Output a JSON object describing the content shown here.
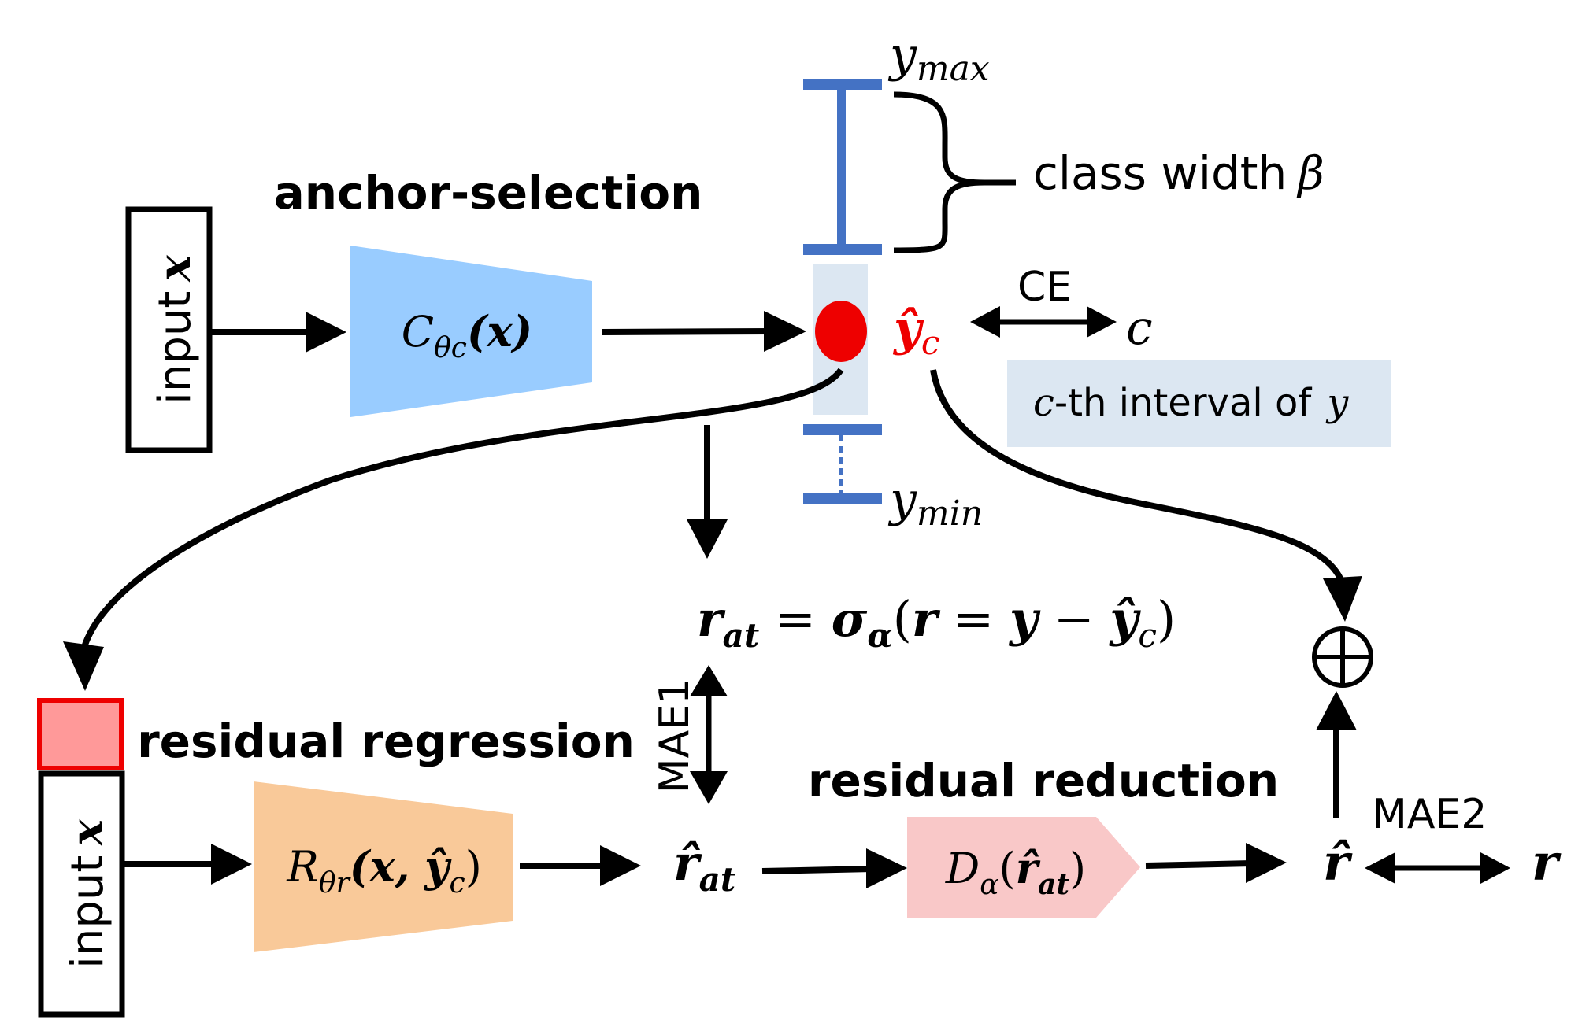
{
  "labels": {
    "anchor_selection": "anchor-selection",
    "residual_regression": "residual regression",
    "residual_reduction": "residual reduction",
    "input_top": "input",
    "input_bottom": "input",
    "input_var": "x",
    "class_width": "class width",
    "beta": "β",
    "ce": "CE",
    "c": "c",
    "interval_c": "c",
    "interval_text": "-th interval of",
    "interval_y": "y",
    "mae1": "MAE1",
    "mae2": "MAE2",
    "y_max_base": "y",
    "y_max_sub": "max",
    "y_min_base": "y",
    "y_min_sub": "min",
    "r": "r"
  },
  "formulas": {
    "classifier_C": "C",
    "classifier_sub": "θc",
    "classifier_arg": "(x)",
    "regressor_R": "R",
    "regressor_sub": "θr",
    "regressor_arg_open": "(x, ",
    "regressor_y": "ŷ",
    "regressor_y_sub": "c",
    "regressor_close": ")",
    "reducer_D": "D",
    "reducer_sub": "α",
    "reducer_open": "(",
    "reducer_r": "r̂",
    "reducer_r_sub": "at",
    "reducer_close": ")",
    "yhat_c": "ŷ",
    "yhat_c_sub": "c",
    "rhat_at": "r̂",
    "rhat_at_sub": "at",
    "rhat": "r̂",
    "rat_r": "r",
    "rat_sub": "at",
    "rat_eq": " = ",
    "rat_sigma": "σ",
    "rat_alpha": "α",
    "rat_open": "(",
    "rat_r2": "r",
    "rat_eq2": " = ",
    "rat_y": "y",
    "rat_minus": " − ",
    "rat_yhat": "ŷ",
    "rat_yhat_sub": "c",
    "rat_close": ")",
    "oplus": "⊕"
  },
  "colors": {
    "classifier_fill": "#99ccff",
    "regressor_fill": "#f9c999",
    "reducer_fill": "#f9c8c8",
    "interval_fill": "#dce7f2",
    "bar_blue": "#4472c4",
    "anchor_red": "#ee0000",
    "square_fill": "#ff9999",
    "square_border": "#ee0000"
  }
}
